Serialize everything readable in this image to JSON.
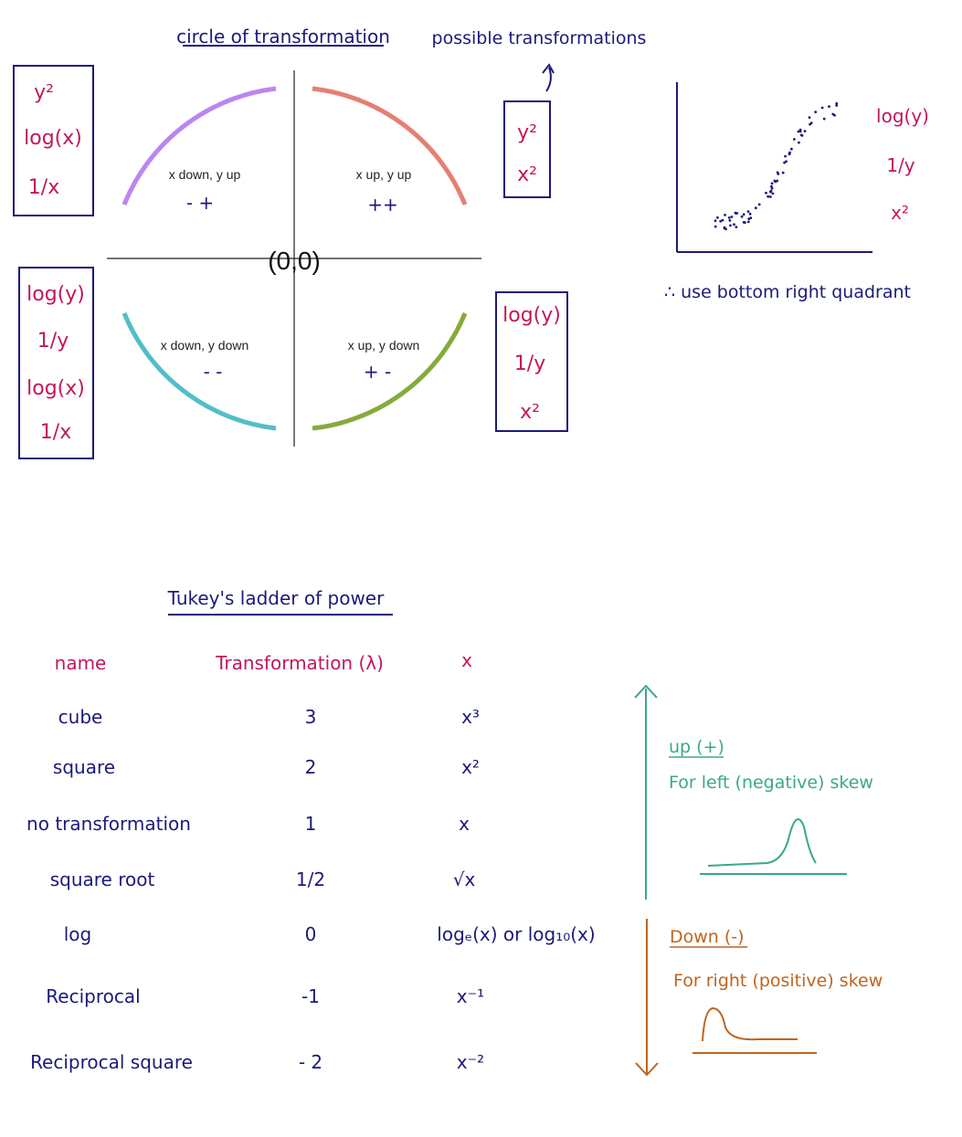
{
  "circle": {
    "title": "circle of transformation",
    "origin_label": "(0,0)",
    "quadrants": [
      {
        "id": "top-left",
        "label": "x down, y up",
        "sign": "- +",
        "color": "#bb86f0"
      },
      {
        "id": "top-right",
        "label": "x up, y up",
        "sign": "++",
        "color": "#e57f73"
      },
      {
        "id": "bottom-left",
        "label": "x down, y down",
        "sign": "- -",
        "color": "#53bdc8"
      },
      {
        "id": "bottom-right",
        "label": "x up, y down",
        "sign": "+ -",
        "color": "#86aa3c"
      }
    ],
    "possible_transformations_label": "possible transformations",
    "boxes": {
      "top_left": [
        "y²",
        "log(x)",
        "1/x"
      ],
      "top_right": [
        "y²",
        "x²"
      ],
      "bottom_left": [
        "log(y)",
        "1/y",
        "log(x)",
        "1/x"
      ],
      "bottom_right": [
        "log(y)",
        "1/y",
        "x²"
      ]
    }
  },
  "example": {
    "transform_list": [
      "log(y)",
      "1/y",
      "x²"
    ],
    "conclusion": "∴ use bottom right quadrant"
  },
  "ladder": {
    "title": "Tukey's ladder of power",
    "headers": {
      "name": "name",
      "lambda": "Transformation (λ)",
      "x": "x"
    },
    "rows": [
      {
        "name": "cube",
        "lambda": "3",
        "x": "x³"
      },
      {
        "name": "square",
        "lambda": "2",
        "x": "x²"
      },
      {
        "name": "no transformation",
        "lambda": "1",
        "x": "x"
      },
      {
        "name": "square root",
        "lambda": "1/2",
        "x": "√x"
      },
      {
        "name": "log",
        "lambda": "0",
        "x": "logₑ(x)  or  log₁₀(x)"
      },
      {
        "name": "Reciprocal",
        "lambda": "-1",
        "x": "x⁻¹"
      },
      {
        "name": "Reciprocal square",
        "lambda": "- 2",
        "x": "x⁻²"
      }
    ],
    "up": {
      "label": "up (+)",
      "desc": "For left (negative) skew",
      "color": "#3aa88c"
    },
    "down": {
      "label": "Down (-)",
      "desc": "For right (positive) skew",
      "color": "#c0641e"
    }
  },
  "colors": {
    "navy": "#1b1a7a",
    "pink": "#c2185b",
    "teal": "#3aa88c",
    "orange": "#c0641e"
  }
}
